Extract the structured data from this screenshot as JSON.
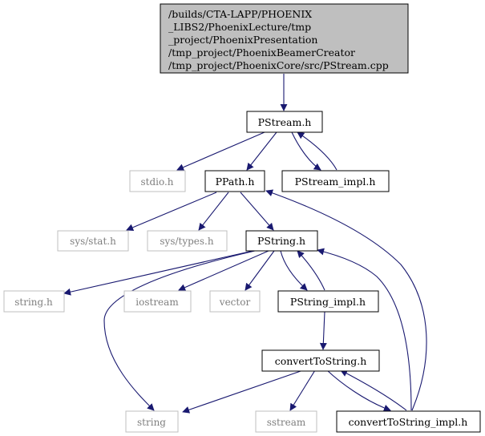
{
  "diagram": {
    "root": {
      "lines": [
        "/builds/CTA-LAPP/PHOENIX",
        "_LIBS2/PhoenixLecture/tmp",
        "_project/PhoenixPresentation",
        "/tmp_project/PhoenixBeamerCreator",
        "/tmp_project/PhoenixCore/src/PStream.cpp"
      ]
    },
    "nodes": {
      "pstream_h": "PStream.h",
      "stdio_h": "stdio.h",
      "ppath_h": "PPath.h",
      "pstream_impl_h": "PStream_impl.h",
      "sys_stat_h": "sys/stat.h",
      "sys_types_h": "sys/types.h",
      "pstring_h": "PString.h",
      "string_h": "string.h",
      "iostream": "iostream",
      "vector": "vector",
      "pstring_impl_h": "PString_impl.h",
      "converttostring_h": "convertToString.h",
      "string": "string",
      "sstream": "sstream",
      "converttostring_impl_h": "convertToString_impl.h"
    },
    "colors": {
      "edge": "#191970",
      "root_fill": "#bfbfbf",
      "documented_border": "#000000",
      "external_border": "#bfbfbf",
      "external_text": "#7f7f7f"
    }
  }
}
